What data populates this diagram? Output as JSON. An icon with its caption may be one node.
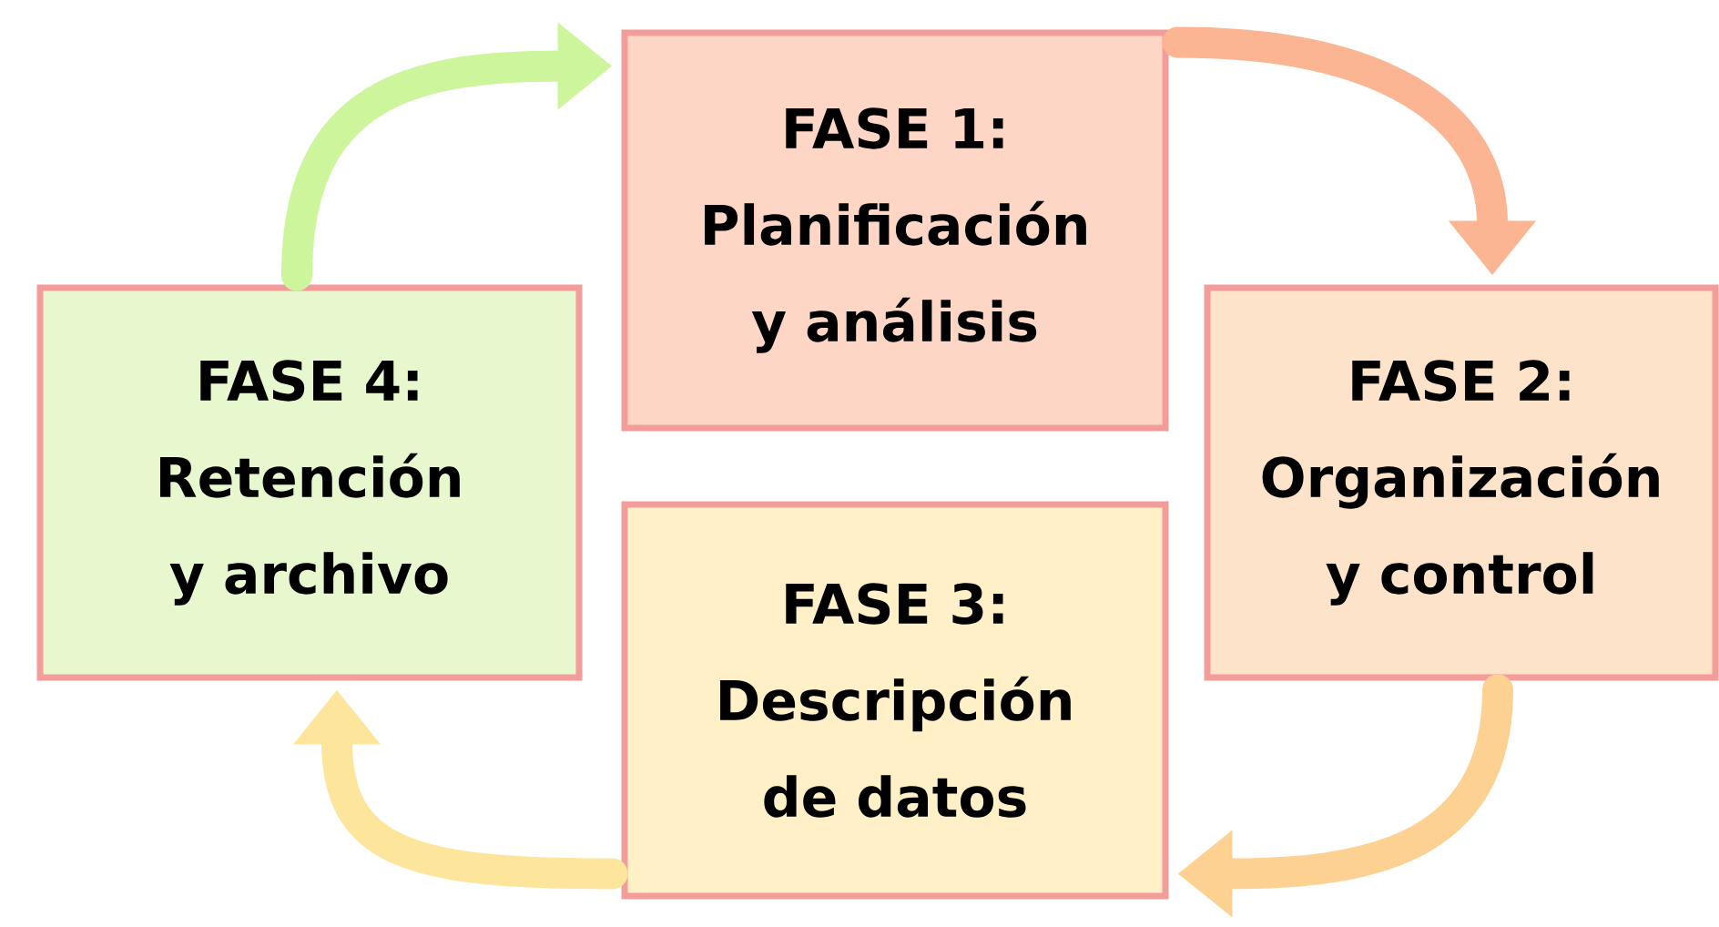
{
  "diagram": {
    "nodes": [
      {
        "text": [
          "FASE 1:",
          "Planificación y análisis"
        ]
      },
      {
        "text": [
          "FASE 2:",
          "Organización y control"
        ]
      },
      {
        "text": [
          "FASE 3:",
          "Descripción de datos"
        ]
      },
      {
        "text": [
          "FASE 4:",
          "Retención y archivo"
        ]
      }
    ],
    "edges": [
      {
        "from": 0,
        "to": 1,
        "arrow": "to",
        "color": "#fbb592"
      },
      {
        "from": 1,
        "to": 2,
        "arrow": "to",
        "color": "#fdd192"
      },
      {
        "from": 2,
        "to": 3,
        "arrow": "to",
        "color": "#fde69c"
      },
      {
        "from": 3,
        "to": 0,
        "arrow": "to",
        "color": "#ccf59c"
      }
    ]
  }
}
